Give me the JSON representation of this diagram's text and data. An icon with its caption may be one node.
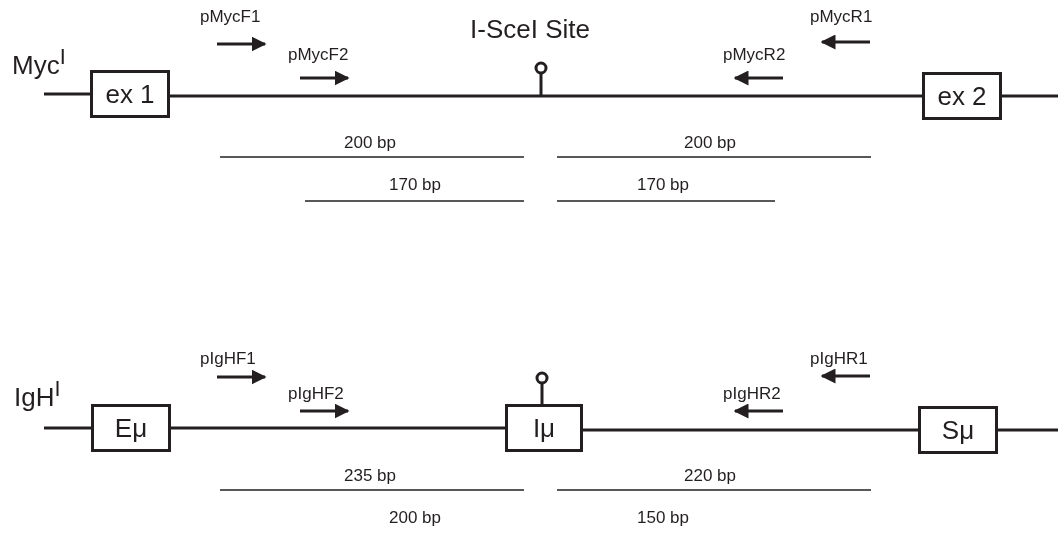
{
  "diagram": {
    "nodes": [
      {
        "text": [
          "ex 1"
        ]
      },
      {
        "text": [
          "ex 2"
        ]
      },
      {
        "text": [
          "Eμ"
        ]
      },
      {
        "text": [
          "Iμ"
        ]
      },
      {
        "text": [
          "Sμ"
        ]
      }
    ],
    "edges": [
      {
        "from": null,
        "to": 0,
        "arrow": "none"
      },
      {
        "from": 0,
        "to": 1,
        "arrow": "none"
      },
      {
        "from": 1,
        "to": null,
        "arrow": "none"
      },
      {
        "from": null,
        "to": 2,
        "arrow": "none"
      },
      {
        "from": 2,
        "to": 3,
        "arrow": "none"
      },
      {
        "from": 3,
        "to": 4,
        "arrow": "none"
      },
      {
        "from": 4,
        "to": null,
        "arrow": "none"
      }
    ],
    "labels": [
      "pMycF1",
      "I-SceI Site",
      "pMycR1",
      "Myc$^{I}$",
      "pMycF2",
      "pMycR2",
      "200 bp",
      "200 bp",
      "170 bp",
      "170 bp",
      "pIgHF1",
      "pIgHR1",
      "IgH$^{I}$",
      "pIgHF2",
      "pIgHR2",
      "235 bp",
      "220 bp",
      "200 bp",
      "150 bp"
    ]
  }
}
